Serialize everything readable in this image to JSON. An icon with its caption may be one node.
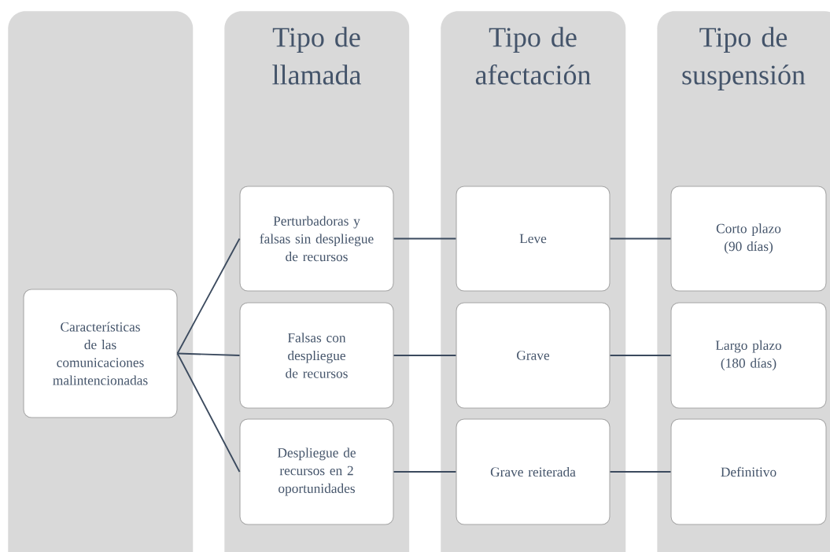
{
  "diagram": {
    "nodes": [
      {
        "text": [],
        "shape": "box"
      },
      {
        "text": [
          "Características de las comunicaciones malintencionadas"
        ],
        "in": 0
      },
      {
        "text": [
          "Tipo de llamada"
        ]
      },
      {
        "text": [
          "Perturbadoras y falsas sin despliegue de recursos"
        ],
        "in": 2
      },
      {
        "text": [
          "Falsas con despliegue de recursos"
        ],
        "in": 2
      },
      {
        "text": [
          "Despliegue de recursos en 2 oportunidades"
        ],
        "in": 2
      },
      {
        "text": [
          "Tipo de afectación"
        ]
      },
      {
        "text": [
          "Leve"
        ],
        "in": 6
      },
      {
        "text": [
          "Grave"
        ],
        "in": 6
      },
      {
        "text": [
          "Grave reiterada"
        ],
        "in": 6
      },
      {
        "text": [
          "Tipo de suspensión"
        ]
      },
      {
        "text": [
          "Corto plazo (90 días)"
        ],
        "in": 10
      },
      {
        "text": [
          "Largo plazo (180 días)"
        ],
        "in": 10
      },
      {
        "text": [
          "Definitivo"
        ],
        "in": 10
      }
    ],
    "edges": [
      {
        "from": 1,
        "to": 3,
        "arrow": "none"
      },
      {
        "from": 1,
        "to": 4,
        "arrow": "none"
      },
      {
        "from": 1,
        "to": 5,
        "arrow": "none"
      },
      {
        "from": 3,
        "to": 7,
        "arrow": "none"
      },
      {
        "from": 4,
        "to": 8,
        "arrow": "none"
      },
      {
        "from": 5,
        "to": 9,
        "arrow": "none"
      },
      {
        "from": 7,
        "to": 11,
        "arrow": "none"
      },
      {
        "from": 8,
        "to": 12,
        "arrow": "none"
      },
      {
        "from": 9,
        "to": 13,
        "arrow": "none"
      }
    ]
  }
}
